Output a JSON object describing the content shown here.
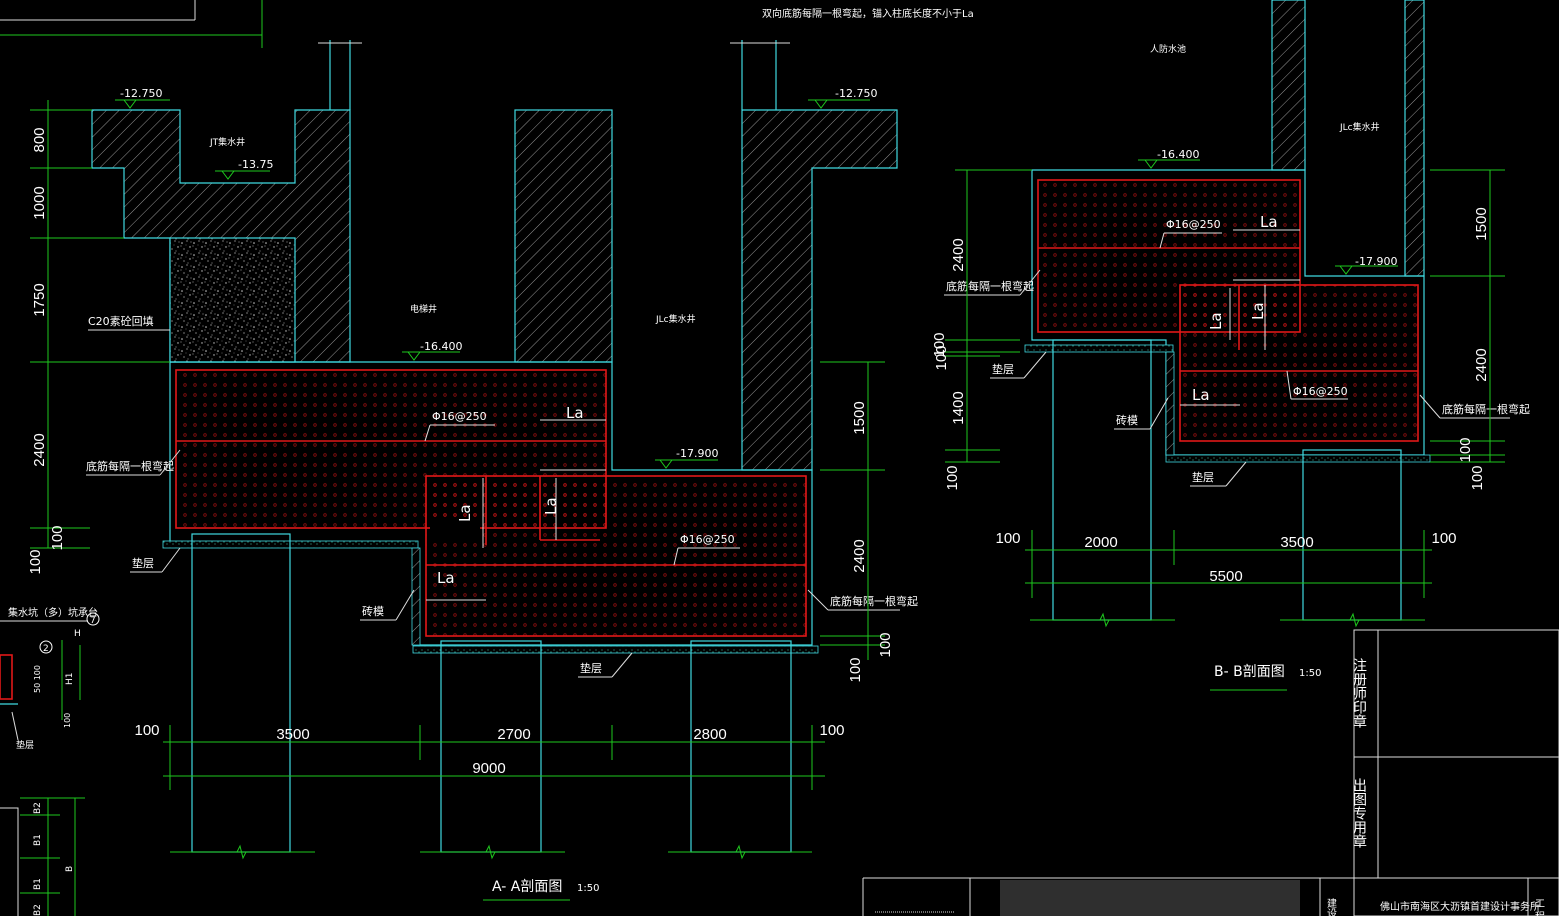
{
  "note_top": "双向底筋每隔一根弯起，锚入柱底长度不小于La",
  "colors": {
    "background": "#000000",
    "concrete_outline": "#3fd9e0",
    "dimension": "#1ec81e",
    "rebar": "#e01818",
    "text": "#ffffff"
  },
  "section_aa": {
    "title": "A- A剖面图",
    "scale": "1:50",
    "levels": {
      "left_top": "-12.750",
      "right_top": "-12.750",
      "pit": "-13.75",
      "base": "-16.400",
      "deep": "-17.900"
    },
    "labels": {
      "fill": "C20素砼回填",
      "rebar_spec_1": "Φ16@250",
      "rebar_spec_2": "Φ16@250",
      "bend_note_1": "底筋每隔一根弯起",
      "bend_note_2": "底筋每隔一根弯起",
      "cushion_1": "垫层",
      "cushion_2": "垫层",
      "brick": "砖模",
      "la_1": "La",
      "la_2": "La",
      "la_3": "La",
      "la_4": "La",
      "pit_left": "JT集水井",
      "pit_mid": "电梯井",
      "pit_right": "JLc集水井"
    },
    "left_dims": [
      "800",
      "1000",
      "1750",
      "2400",
      "100",
      "100"
    ],
    "right_dims": [
      "1500",
      "2400",
      "100",
      "100"
    ],
    "bottom_dims": [
      "100",
      "3500",
      "2700",
      "2800",
      "100"
    ],
    "total": "9000"
  },
  "section_bb": {
    "title": "B- B剖面图",
    "scale": "1:50",
    "levels": {
      "base": "-16.400",
      "deep": "-17.900"
    },
    "labels": {
      "rebar_spec_1": "Φ16@250",
      "rebar_spec_2": "Φ16@250",
      "bend_note_1": "底筋每隔一根弯起",
      "bend_note_2": "底筋每隔一根弯起",
      "cushion_1": "垫层",
      "cushion_2": "垫层",
      "brick": "砖模",
      "la_1": "La",
      "la_2": "La",
      "la_3": "La",
      "pit_top": "人防水池",
      "pit_right": "JLc集水井"
    },
    "left_dims": [
      "2400",
      "100",
      "100",
      "1400",
      "100"
    ],
    "right_dims": [
      "1500",
      "2400",
      "100",
      "100"
    ],
    "bottom_dims": [
      "100",
      "2000",
      "3500",
      "100"
    ],
    "total": "5500"
  },
  "detail_left": {
    "title": "集水坑（多）坑承台",
    "circle_1": "7",
    "circle_2": "2",
    "labels": [
      "H",
      "H1",
      "50 100",
      "100",
      "垫层",
      "B2",
      "B1",
      "B",
      "B1",
      "B2"
    ]
  },
  "title_block": {
    "stamp_1": "注册师印章",
    "stamp_2": "出图专用章",
    "company": "佛山市南海区大沥镇首建设计事务所",
    "project_label": "建设",
    "right_label": "工 程"
  }
}
